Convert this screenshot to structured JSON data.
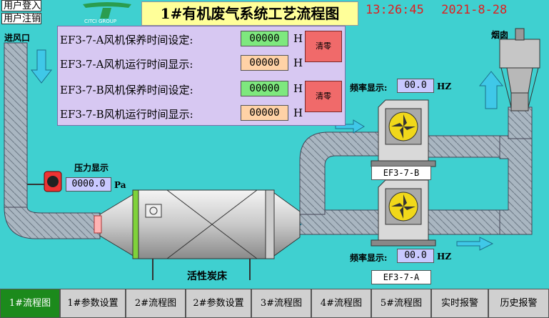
{
  "header": {
    "login": "用户登入",
    "logout": "用户注销",
    "title": "1#有机废气系统工艺流程图",
    "time": "13:26:45",
    "date": "2021-8-28",
    "logo_text": "CITCI GROUP"
  },
  "panel": {
    "rows": [
      {
        "label": "EF3-7-A风机保养时间设定:",
        "value": "00000",
        "unit": "H"
      },
      {
        "label": "EF3-7-A风机运行时间显示:",
        "value": "00000",
        "unit": "H"
      },
      {
        "label": "EF3-7-B风机保养时间设定:",
        "value": "00000",
        "unit": "H"
      },
      {
        "label": "EF3-7-B风机运行时间显示:",
        "value": "00000",
        "unit": "H"
      }
    ],
    "clear_a": "清零",
    "clear_b": "清零"
  },
  "plant": {
    "inlet": "进风口",
    "chimney": "烟囱",
    "pressure_label": "压力显示",
    "pressure_value": "0000.0",
    "pressure_unit": "Pa",
    "carbon_bed": "活性炭床",
    "fan_b": {
      "freq_label": "频率显示:",
      "freq": "00.0",
      "unit": "HZ",
      "name": "EF3-7-B"
    },
    "fan_a": {
      "freq_label": "频率显示:",
      "freq": "00.0",
      "unit": "HZ",
      "name": "EF3-7-A"
    }
  },
  "nav": [
    {
      "label": "1#流程图",
      "active": true
    },
    {
      "label": "1#参数设置"
    },
    {
      "label": "2#流程图"
    },
    {
      "label": "2#参数设置"
    },
    {
      "label": "3#流程图"
    },
    {
      "label": "4#流程图"
    },
    {
      "label": "5#流程图"
    },
    {
      "label": "实时报警"
    },
    {
      "label": "历史报警"
    }
  ],
  "colors": {
    "background": "#3fd0d0",
    "duct": "#9aa7b3",
    "title_bg": "#ffff99",
    "clock": "#e21d1d",
    "nav_active": "#1c8a1c"
  }
}
